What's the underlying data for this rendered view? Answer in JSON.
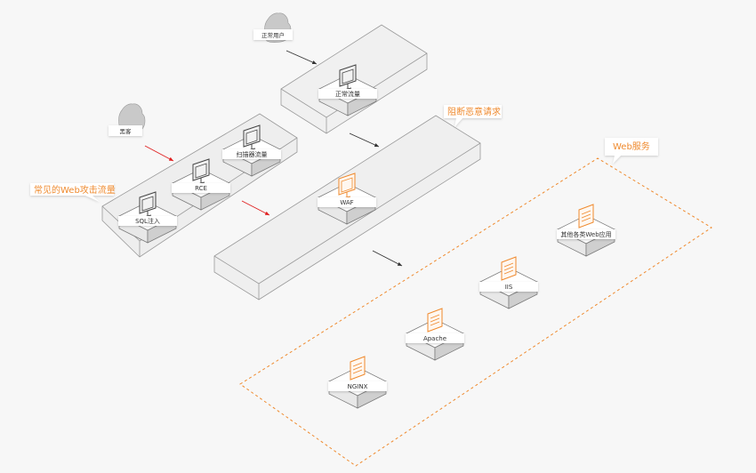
{
  "users": {
    "normal": "正常用户",
    "hacker": "黑客"
  },
  "traffic": {
    "normal": "正常流量",
    "scan": "扫描器流量",
    "rce": "RCE",
    "sqli": "SQL注入"
  },
  "waf": {
    "label": "WAF"
  },
  "servers": {
    "nginx": "NGINX",
    "apache": "Apache",
    "iis": "IIS",
    "other": "其他各类Web应用"
  },
  "callouts": {
    "attack": "常见的Web攻击流量",
    "block": "阻断恶意请求",
    "web": "Web服务"
  },
  "colors": {
    "accent": "#ef8a2e",
    "attack_arrow": "#e02020",
    "normal_arrow": "#333333"
  }
}
